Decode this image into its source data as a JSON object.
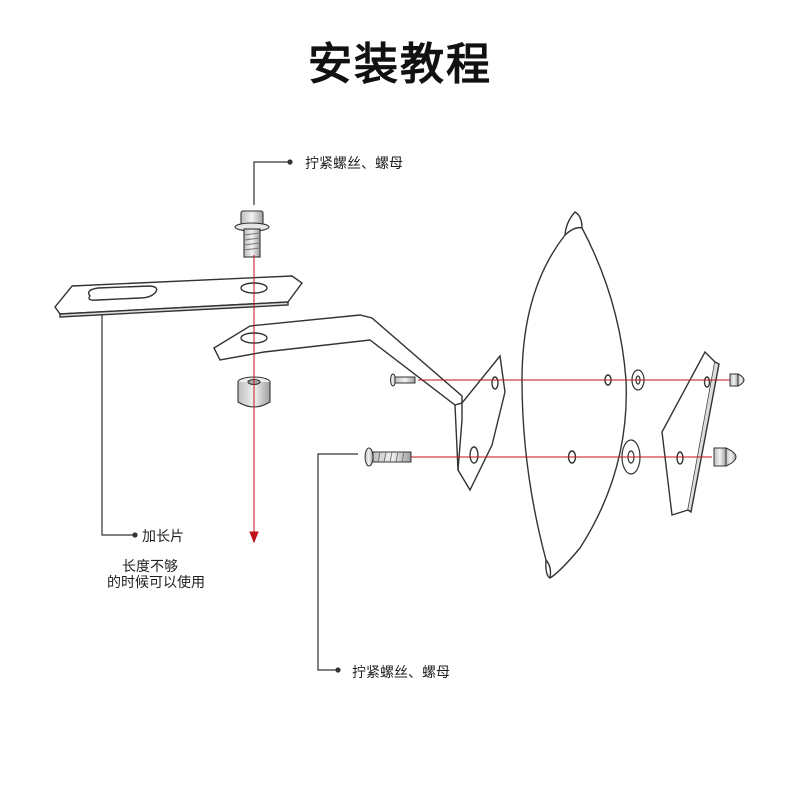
{
  "title": "安装教程",
  "labels": {
    "top_callout": "拧紧螺丝、螺母",
    "extension_piece": "加长片",
    "note_line1": "长度不够",
    "note_line2": "的时候可以使用",
    "bottom_callout": "拧紧螺丝、螺母"
  },
  "colors": {
    "line": "#333333",
    "axis": "#c0121b",
    "fill": "#ffffff",
    "hardware": "#d9d9d9"
  }
}
